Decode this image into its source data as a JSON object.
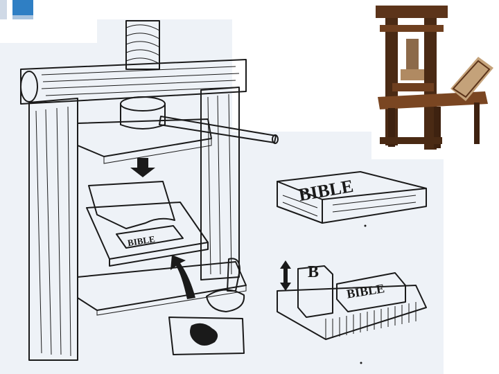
{
  "slide": {
    "accent_color": "#2f7fc4",
    "diagram_background": "#eef2f7"
  },
  "press_diagram": {
    "paper_type_text": "BIBLE",
    "type_block_text": "BIBLE",
    "single_letter": "B",
    "line_type_text": "BIBLE"
  },
  "photo": {
    "subject": "wooden printing press"
  },
  "icons": [
    "down-arrow-icon",
    "up-curved-arrow-icon",
    "double-arrow-icon"
  ]
}
